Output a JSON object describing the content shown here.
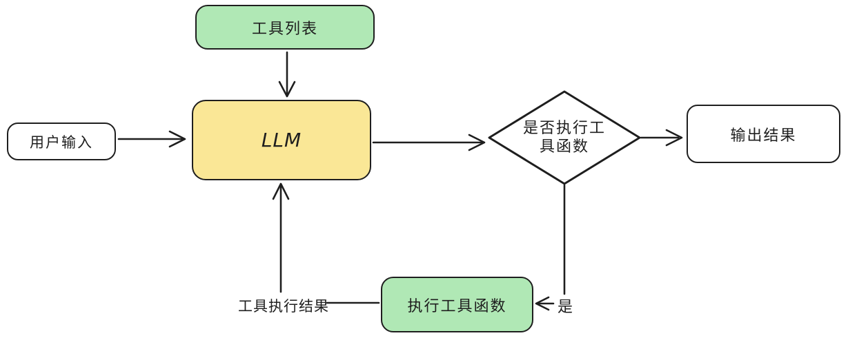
{
  "diagram": {
    "title": "LLM tool-calling flowchart",
    "colors": {
      "node_green": "#b0e8b5",
      "node_yellow": "#fae796",
      "node_white": "#ffffff",
      "stroke": "#1e1e1e",
      "background": "#ffffff"
    },
    "nodes": {
      "tool_list": {
        "label": "工具列表",
        "shape": "rounded-rect",
        "fill": "#b0e8b5"
      },
      "user_input": {
        "label": "用户输入",
        "shape": "rounded-rect",
        "fill": "#ffffff"
      },
      "llm": {
        "label": "LLM",
        "shape": "rounded-rect",
        "fill": "#fae796"
      },
      "decision": {
        "label": "是否执行工具函数",
        "lines": [
          "是否执行工",
          "具函数"
        ],
        "shape": "diamond",
        "fill": "#ffffff"
      },
      "output": {
        "label": "输出结果",
        "shape": "rounded-rect",
        "fill": "#ffffff"
      },
      "execute_tool": {
        "label": "执行工具函数",
        "shape": "rounded-rect",
        "fill": "#b0e8b5"
      }
    },
    "edge_labels": {
      "yes": "是",
      "tool_result": "工具执行结果"
    },
    "edges": [
      {
        "from": "tool_list",
        "to": "llm",
        "label": ""
      },
      {
        "from": "user_input",
        "to": "llm",
        "label": ""
      },
      {
        "from": "llm",
        "to": "decision",
        "label": ""
      },
      {
        "from": "decision",
        "to": "output",
        "label": ""
      },
      {
        "from": "decision",
        "to": "execute_tool",
        "label": "是"
      },
      {
        "from": "execute_tool",
        "to": "llm",
        "label": "工具执行结果"
      }
    ]
  }
}
